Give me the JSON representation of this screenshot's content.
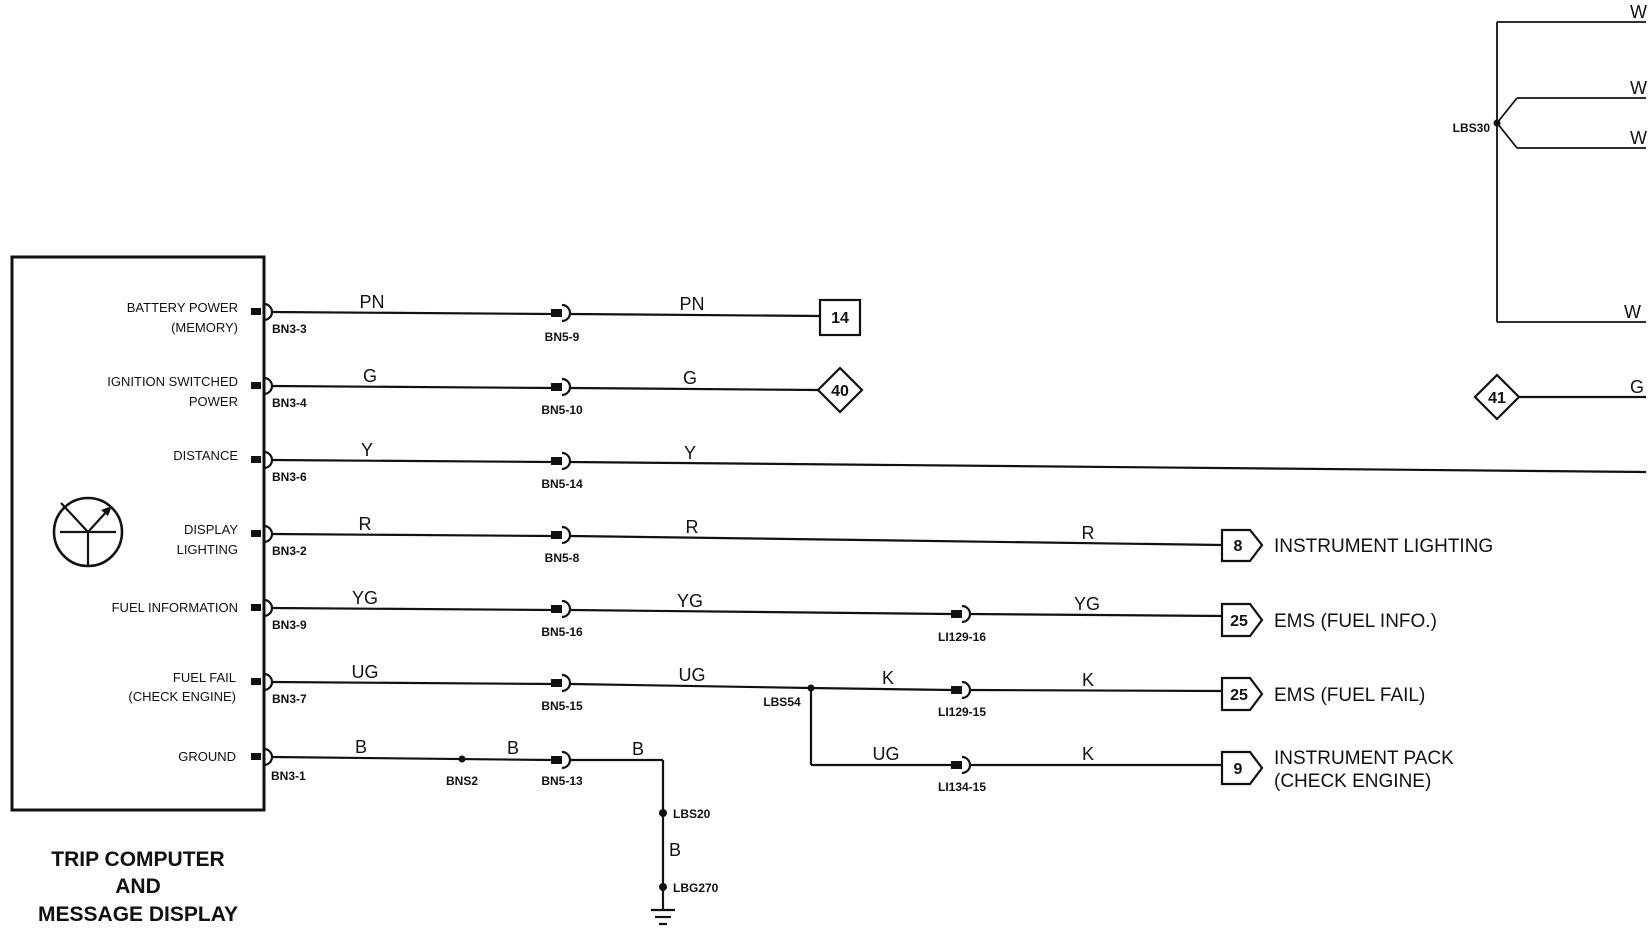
{
  "component": {
    "title_lines": [
      "TRIP COMPUTER",
      "AND",
      "MESSAGE DISPLAY"
    ],
    "gauge_icon": "gauge-icon"
  },
  "pins": [
    {
      "label_lines": [
        "BATTERY POWER",
        "(MEMORY)"
      ],
      "pin": "BN3-3",
      "color1": "PN",
      "conn": "BN5-9",
      "color2": "PN"
    },
    {
      "label_lines": [
        "IGNITION SWITCHED",
        "POWER"
      ],
      "pin": "BN3-4",
      "color1": "G",
      "conn": "BN5-10",
      "color2": "G"
    },
    {
      "label_lines": [
        "DISTANCE"
      ],
      "pin": "BN3-6",
      "color1": "Y",
      "conn": "BN5-14",
      "color2": "Y"
    },
    {
      "label_lines": [
        "DISPLAY",
        "LIGHTING"
      ],
      "pin": "BN3-2",
      "color1": "R",
      "conn": "BN5-8",
      "color2": "R",
      "color3": "R"
    },
    {
      "label_lines": [
        "FUEL INFORMATION"
      ],
      "pin": "BN3-9",
      "color1": "YG",
      "conn": "BN5-16",
      "color2": "YG",
      "conn2": "LI129-16",
      "color3": "YG"
    },
    {
      "label_lines": [
        "FUEL FAIL",
        "(CHECK ENGINE)"
      ],
      "pin": "BN3-7",
      "color1": "UG",
      "conn": "BN5-15",
      "color2": "UG",
      "splice": "LBS54",
      "color3": "K",
      "conn2": "LI129-15",
      "color4": "K"
    },
    {
      "label_lines": [
        "GROUND"
      ],
      "pin": "BN3-1",
      "color1": "B",
      "splice": "BNS2",
      "color2": "B",
      "conn": "BN5-13",
      "color3": "B"
    }
  ],
  "branch": {
    "color1": "UG",
    "conn": "LI134-15",
    "color2": "K"
  },
  "ground": {
    "splice": "LBS20",
    "color": "B",
    "ground_point": "LBG270"
  },
  "refs": {
    "ref14": "14",
    "ref40": "40",
    "ref41": "41"
  },
  "destinations": [
    {
      "num": "8",
      "label_lines": [
        "INSTRUMENT LIGHTING"
      ]
    },
    {
      "num": "25",
      "label_lines": [
        "EMS (FUEL INFO.)"
      ]
    },
    {
      "num": "25",
      "label_lines": [
        "EMS (FUEL FAIL)"
      ]
    },
    {
      "num": "9",
      "label_lines": [
        "INSTRUMENT PACK",
        "(CHECK ENGINE)"
      ]
    }
  ],
  "top_right": {
    "splice": "LBS30",
    "wire_colors": [
      "W",
      "W",
      "W",
      "W",
      "G"
    ]
  }
}
